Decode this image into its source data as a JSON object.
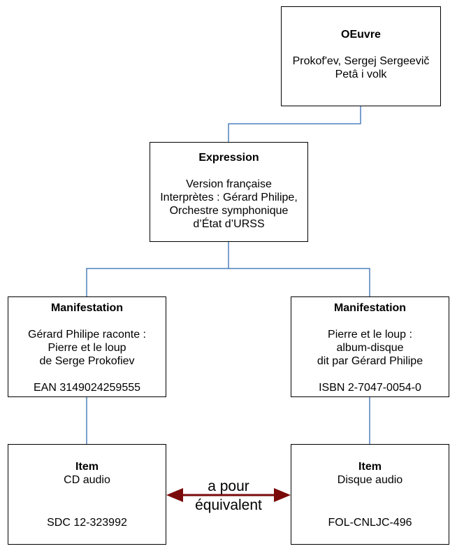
{
  "colors": {
    "connector": "#4f81bd",
    "arrow": "#7a0a0a",
    "box_border": "#000000"
  },
  "oeuvre": {
    "title": "OEuvre",
    "lines": [
      "Prokof'ev, Sergej Sergeevič",
      "Petâ i volk"
    ]
  },
  "expression": {
    "title": "Expression",
    "lines": [
      "Version française",
      "Interprètes : Gérard Philipe,",
      "Orchestre symphonique",
      "d’État d’URSS"
    ]
  },
  "manifestation_left": {
    "title": "Manifestation",
    "lines": [
      "Gérard Philipe raconte :",
      "Pierre et le loup",
      "de Serge Prokofiev"
    ],
    "identifier": "EAN 3149024259555"
  },
  "manifestation_right": {
    "title": "Manifestation",
    "lines": [
      "Pierre et le loup :",
      "album-disque",
      "dit par Gérard Philipe"
    ],
    "identifier": "ISBN 2-7047-0054-0"
  },
  "item_left": {
    "title": "Item",
    "subtitle": "CD audio",
    "identifier": "SDC 12-323992"
  },
  "item_right": {
    "title": "Item",
    "subtitle": "Disque audio",
    "identifier": "FOL-CNLJC-496"
  },
  "relation": {
    "line1": "a pour",
    "line2": "équivalent"
  }
}
